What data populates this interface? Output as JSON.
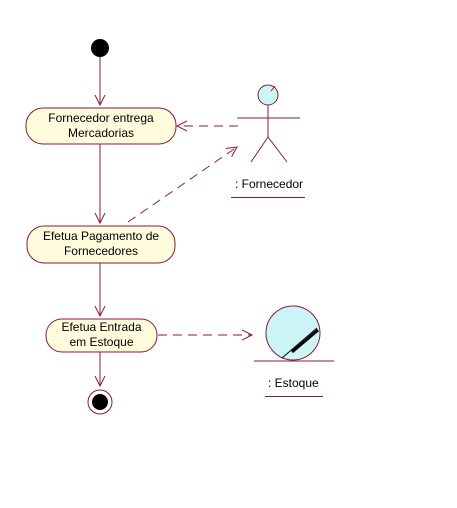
{
  "diagram": {
    "activities": {
      "receive": {
        "line1": "Fornecedor entrega",
        "line2": "Mercadorias"
      },
      "payment": {
        "line1": "Efetua Pagamento de",
        "line2": "Fornecedores"
      },
      "stock": {
        "line1": "Efetua Entrada",
        "line2": "em Estoque"
      }
    },
    "actor": {
      "label": ": Fornecedor"
    },
    "entity": {
      "label": ": Estoque"
    }
  },
  "colors": {
    "line": "#8b1a33",
    "activity_fill": "#fffbdd",
    "actor_head_fill": "#ccf5f8",
    "entity_fill": "#ccf5f8",
    "node": "#000000"
  }
}
